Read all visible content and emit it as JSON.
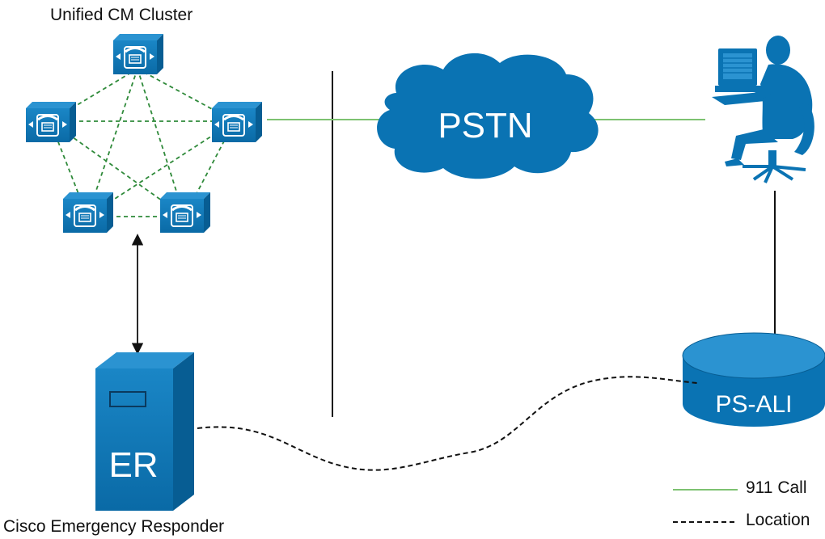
{
  "colors": {
    "device_blue": "#0a73b3",
    "device_dark": "#064f80",
    "mesh_green": "#2f8a3a",
    "call_green": "#7dc271",
    "line_black": "#111111"
  },
  "cluster": {
    "title": "Unified CM Cluster",
    "node_icon": "call-manager-icon",
    "node_count": 5
  },
  "pstn": {
    "label": "PSTN",
    "icon": "cloud-icon"
  },
  "psap": {
    "icon": "operator-at-workstation-icon"
  },
  "ps_ali": {
    "label": "PS-ALI",
    "icon": "database-cylinder-icon"
  },
  "emergency_responder": {
    "label": "ER",
    "caption": "Cisco Emergency Responder",
    "icon": "server-tower-icon"
  },
  "legend": {
    "items": [
      {
        "label": "911 Call",
        "line_style": "solid-green"
      },
      {
        "label": "Location",
        "line_style": "dashed-black"
      }
    ]
  }
}
